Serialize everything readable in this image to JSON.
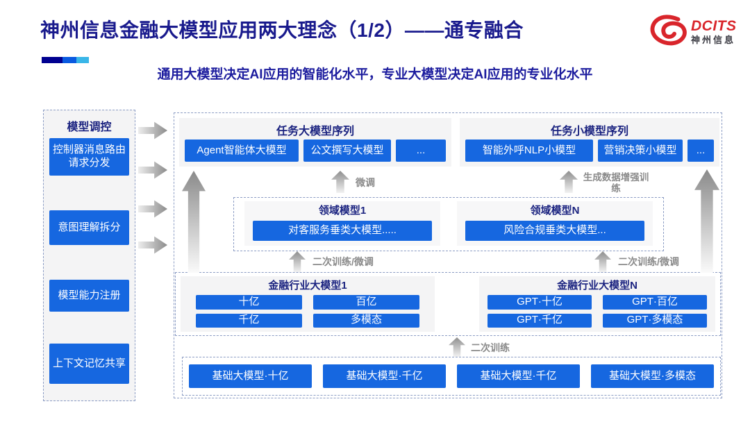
{
  "slide": {
    "title": "神州信息金融大模型应用两大理念（1/2）——通专融合",
    "subtitle": "通用大模型决定AI应用的智能化水平，专业大模型决定AI应用的专业化水平"
  },
  "logo": {
    "brand": "DCITS",
    "brand_cn": "神州信息",
    "icon": "dcits-swirl-icon"
  },
  "colors": {
    "title_navy": "#191A8D",
    "subtitle_navy": "#1C1C9E",
    "button_blue": "#1667E0",
    "panel_gray": "#F4F4F5",
    "dashed_border": "#8B9CC4",
    "arrow_gray": "#8E8E8E",
    "label_gray": "#8A8A8A",
    "logo_red": "#D9252B",
    "accent_segments": [
      "#000090",
      "#0A5AE0",
      "#3AB6E8"
    ]
  },
  "sidebar": {
    "title": "模型调控",
    "items": [
      {
        "label": "控制器消息路由请求分发"
      },
      {
        "label": "意图理解拆分"
      },
      {
        "label": "模型能力注册"
      },
      {
        "label": "上下文记忆共享"
      }
    ]
  },
  "diagram": {
    "task_large": {
      "title": "任务大模型序列",
      "items": [
        "Agent智能体大模型",
        "公文撰写大模型",
        "..."
      ]
    },
    "task_small": {
      "title": "任务小模型序列",
      "items": [
        "智能外呼NLP小模型",
        "营销决策小模型",
        "..."
      ]
    },
    "labels": {
      "finetune": "微调",
      "gen_data_training": "生成数据增强训练",
      "secondary_finetune_left": "二次训练/微调",
      "secondary_finetune_right": "二次训练/微调",
      "secondary_training": "二次训练"
    },
    "domain": [
      {
        "title": "领域模型1",
        "item": "对客服务垂类大模型....."
      },
      {
        "title": "领域模型N",
        "item": "风险合规垂类大模型..."
      }
    ],
    "industry": [
      {
        "title": "金融行业大模型1",
        "items": [
          "十亿",
          "百亿",
          "千亿",
          "多模态"
        ]
      },
      {
        "title": "金融行业大模型N",
        "items": [
          "GPT·十亿",
          "GPT·百亿",
          "GPT·千亿",
          "GPT·多模态"
        ]
      }
    ],
    "base": {
      "items": [
        "基础大模型·十亿",
        "基础大模型·千亿",
        "基础大模型·千亿",
        "基础大模型·多模态"
      ]
    }
  }
}
